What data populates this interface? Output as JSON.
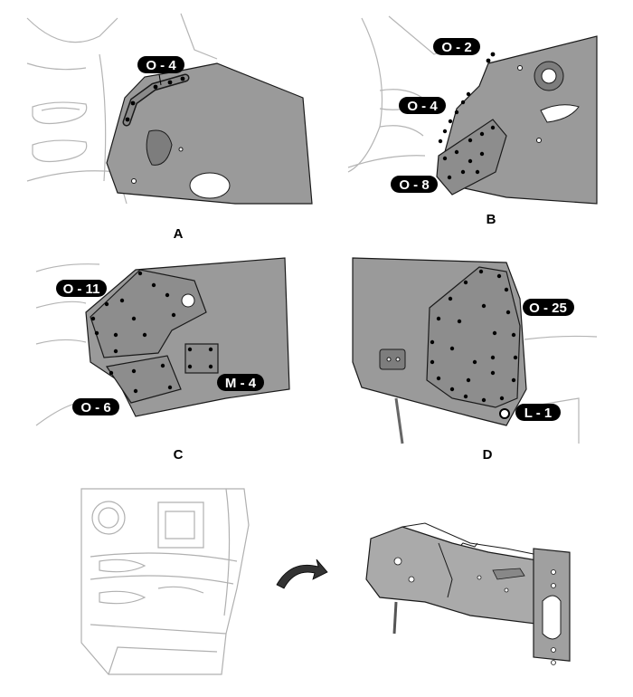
{
  "colors": {
    "panel_gray": "#9a9a9a",
    "panel_dark": "#7d7d7d",
    "outline": "#1a1a1a",
    "line_art": "#b5b5b5",
    "tag_bg": "#000000",
    "tag_text": "#ffffff"
  },
  "panels": [
    {
      "id": "A",
      "label": "A",
      "callouts": [
        "O - 4"
      ]
    },
    {
      "id": "B",
      "label": "B",
      "callouts": [
        "O - 2",
        "O - 4",
        "O - 8"
      ]
    },
    {
      "id": "C",
      "label": "C",
      "callouts": [
        "O - 11",
        "O - 6",
        "M - 4"
      ]
    },
    {
      "id": "D",
      "label": "D",
      "callouts": [
        "O - 25",
        "L - 1"
      ]
    }
  ],
  "bottom": {
    "arrow_icon": "curved-arrow-icon"
  }
}
